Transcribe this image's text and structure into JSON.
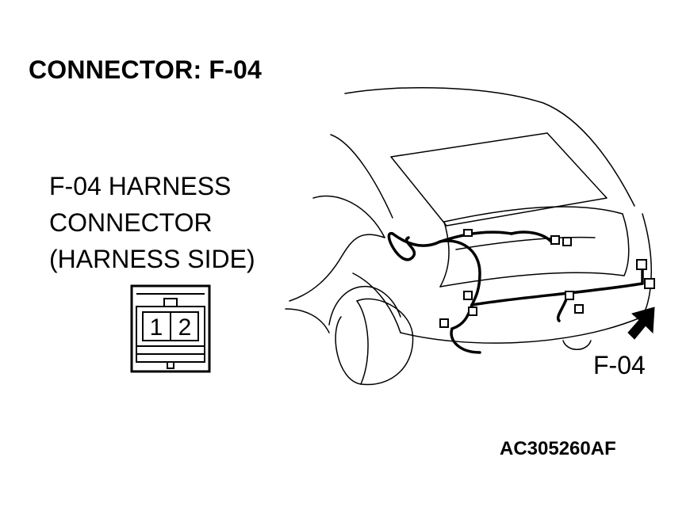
{
  "title": "CONNECTOR: F-04",
  "harness_label": {
    "line1": "F-04 HARNESS",
    "line2": "CONNECTOR",
    "line3": "(HARNESS SIDE)"
  },
  "connector": {
    "pins": [
      "1",
      "2"
    ]
  },
  "callout_label": "F-04",
  "figure_code": "AC305260AF",
  "icons": [
    "connector-face-icon",
    "vehicle-rear-illustration",
    "arrow-pointer-icon"
  ]
}
